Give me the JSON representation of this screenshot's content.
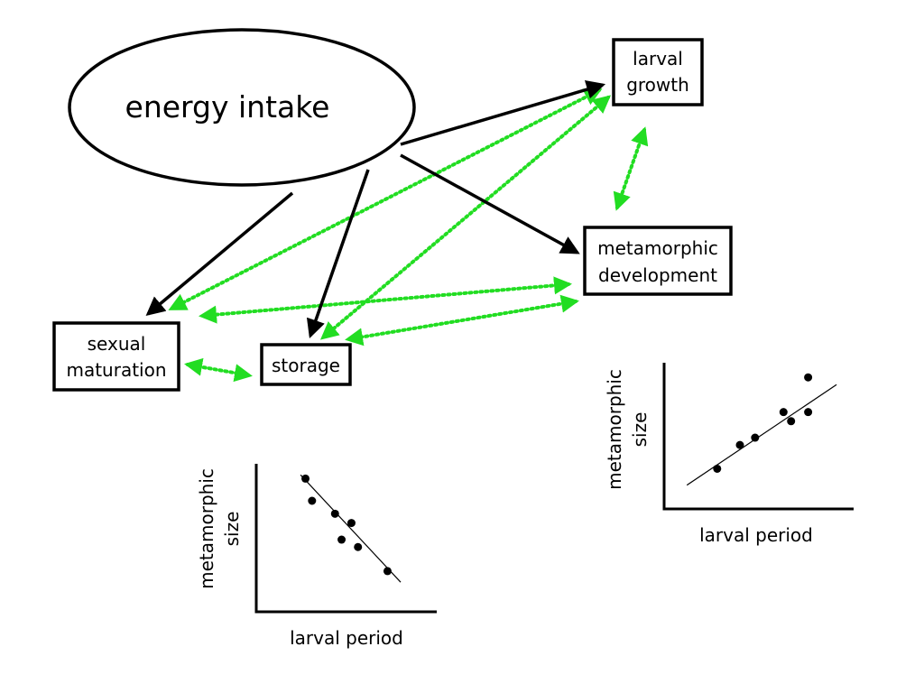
{
  "nodes": {
    "energy_intake": "energy intake",
    "larval_growth": [
      "larval",
      "growth"
    ],
    "metamorphic_development": [
      "metamorphic",
      "development"
    ],
    "sexual_maturation": [
      "sexual",
      "maturation"
    ],
    "storage": "storage"
  },
  "colors": {
    "solid_arrow": "#000000",
    "tradeoff_arrow": "#22dd22"
  },
  "charts": {
    "left": {
      "ylabel": [
        "metamorphic",
        "size"
      ],
      "xlabel": "larval period"
    },
    "right": {
      "ylabel": [
        "metamorphic",
        "size"
      ],
      "xlabel": "larval period"
    }
  },
  "chart_data": [
    {
      "type": "scatter",
      "trend": "negative",
      "xlabel": "larval period",
      "ylabel": "metamorphic size",
      "grid": false,
      "x": [
        1.0,
        1.4,
        2.8,
        3.2,
        3.8,
        4.2,
        6.0
      ],
      "y": [
        7.2,
        6.0,
        5.3,
        3.9,
        4.8,
        3.5,
        2.2
      ],
      "trendline": [
        [
          0.7,
          7.4
        ],
        [
          6.8,
          1.6
        ]
      ],
      "xlim": [
        -2,
        9
      ],
      "ylim": [
        0,
        8
      ]
    },
    {
      "type": "scatter",
      "trend": "positive",
      "xlabel": "larval period",
      "ylabel": "metamorphic size",
      "grid": false,
      "x": [
        2.8,
        4.0,
        4.8,
        6.3,
        6.7,
        7.6,
        7.6
      ],
      "y": [
        2.2,
        3.5,
        3.9,
        5.3,
        4.8,
        7.2,
        5.3
      ],
      "trendline": [
        [
          1.2,
          1.3
        ],
        [
          9.1,
          6.8
        ]
      ],
      "xlim": [
        0,
        10
      ],
      "ylim": [
        0,
        8
      ]
    }
  ]
}
